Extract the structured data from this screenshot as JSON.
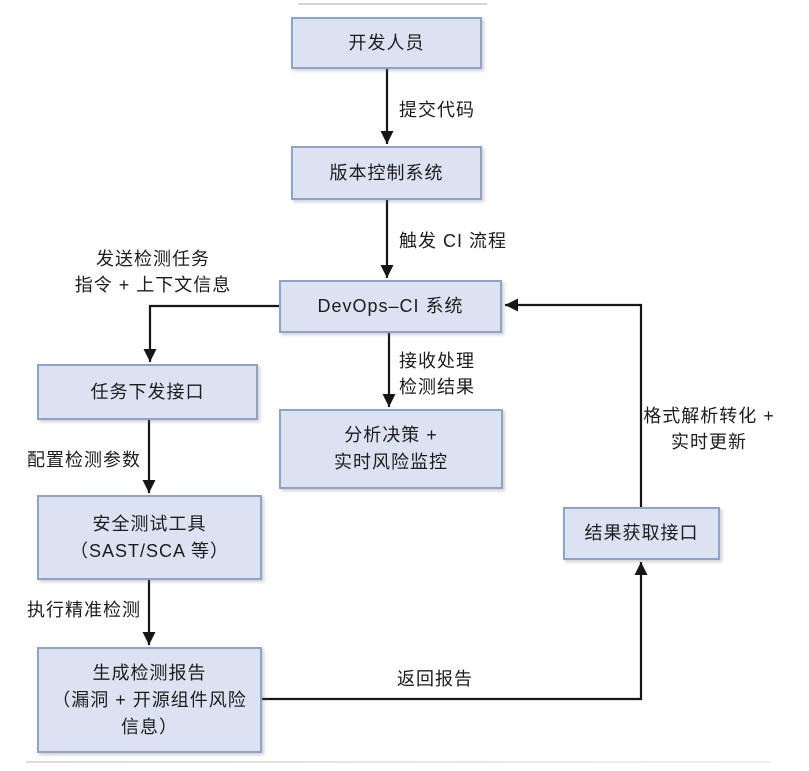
{
  "diagram": {
    "type": "flowchart",
    "language": "zh-CN",
    "colors": {
      "node_fill": "#dbe3f2",
      "node_border": "#8fa3c8",
      "connector": "#161616",
      "text": "#1c1c1c",
      "background": "#ffffff"
    },
    "nodes": {
      "developer": {
        "label": "开发人员"
      },
      "vcs": {
        "label": "版本控制系统"
      },
      "devops_ci": {
        "label": "DevOps–CI 系统"
      },
      "task_dispatch": {
        "label": "任务下发接口"
      },
      "security_tools": {
        "label": "安全测试工具\n（SAST/SCA 等）"
      },
      "report": {
        "label": "生成检测报告\n（漏洞 + 开源组件风险\n信息）"
      },
      "analysis": {
        "label": "分析决策 +\n实时风险监控"
      },
      "result_fetch": {
        "label": "结果获取接口"
      }
    },
    "edges": {
      "submit_code": {
        "label": "提交代码",
        "from": "developer",
        "to": "vcs"
      },
      "trigger_ci": {
        "label": "触发 CI 流程",
        "from": "vcs",
        "to": "devops_ci"
      },
      "send_task": {
        "label": "发送检测任务\n指令 + 上下文信息",
        "from": "devops_ci",
        "to": "task_dispatch"
      },
      "configure_params": {
        "label": "配置检测参数",
        "from": "task_dispatch",
        "to": "security_tools"
      },
      "execute_detection": {
        "label": "执行精准检测",
        "from": "security_tools",
        "to": "report"
      },
      "return_report": {
        "label": "返回报告",
        "from": "report",
        "to": "result_fetch"
      },
      "format_parse": {
        "label": "格式解析转化 +\n实时更新",
        "from": "result_fetch",
        "to": "devops_ci"
      },
      "receive_results": {
        "label": "接收处理\n检测结果",
        "from": "devops_ci",
        "to": "analysis"
      }
    }
  }
}
